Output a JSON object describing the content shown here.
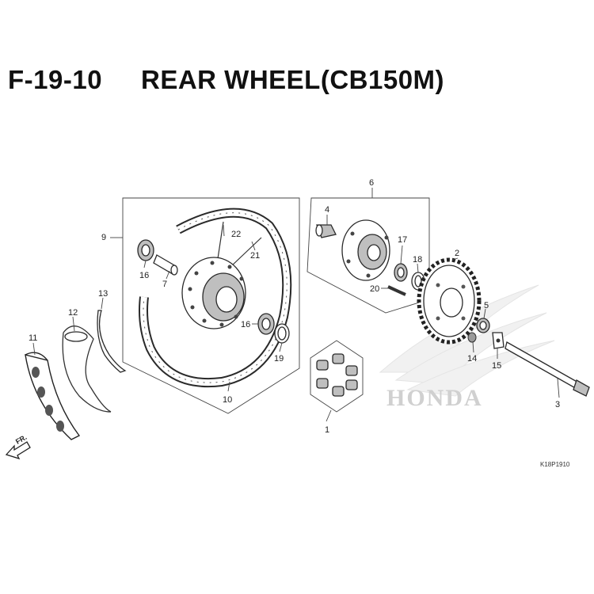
{
  "figure": {
    "number": "F-19-10",
    "title": "REAR WHEEL(CB150M)"
  },
  "callouts": [
    "1",
    "2",
    "3",
    "4",
    "5",
    "6",
    "7",
    "9",
    "10",
    "11",
    "12",
    "13",
    "14",
    "15",
    "16",
    "16",
    "17",
    "18",
    "19",
    "20",
    "21",
    "22"
  ],
  "labels": {
    "front_arrow": "FR.",
    "diagram_code": "K18P1910",
    "watermark": "HONDA"
  },
  "colors": {
    "line": "#444444",
    "watermark": "#d9d9d9"
  }
}
